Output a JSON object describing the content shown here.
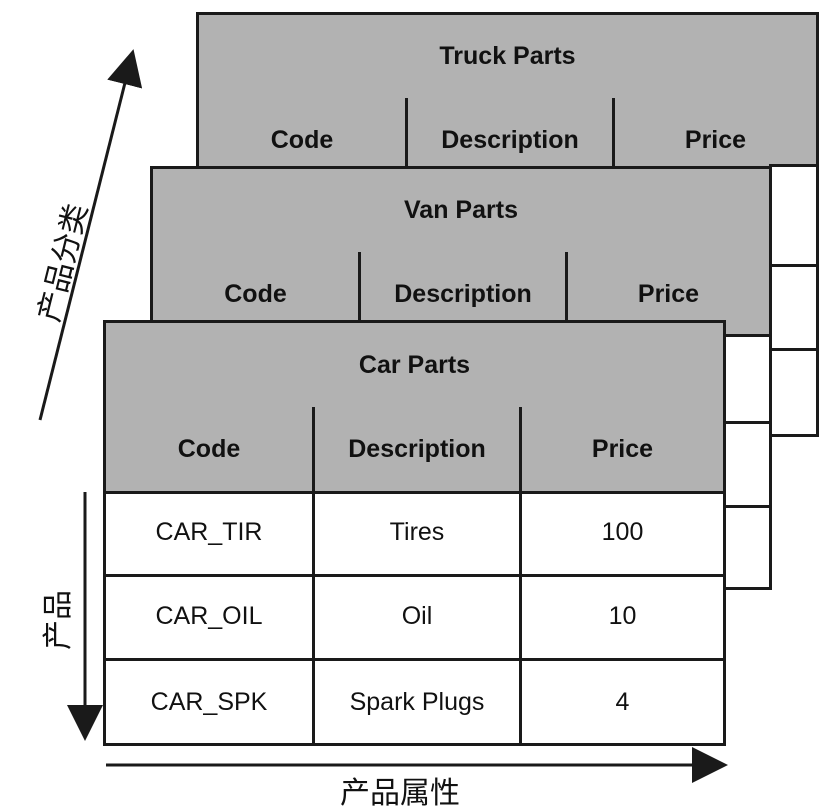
{
  "axes": {
    "category_label": "产品分类",
    "product_label": "产品",
    "attribute_label": "产品属性"
  },
  "tables": {
    "truck": {
      "title": "Truck Parts",
      "columns": [
        "Code",
        "Description",
        "Price"
      ]
    },
    "van": {
      "title": "Van Parts",
      "columns": [
        "Code",
        "Description",
        "Price"
      ]
    },
    "car": {
      "title": "Car Parts",
      "columns": [
        "Code",
        "Description",
        "Price"
      ],
      "rows": [
        [
          "CAR_TIR",
          "Tires",
          "100"
        ],
        [
          "CAR_OIL",
          "Oil",
          "10"
        ],
        [
          "CAR_SPK",
          "Spark Plugs",
          "4"
        ]
      ]
    }
  },
  "colors": {
    "header_fill": "#b2b2b2",
    "border": "#1a1a1a"
  }
}
